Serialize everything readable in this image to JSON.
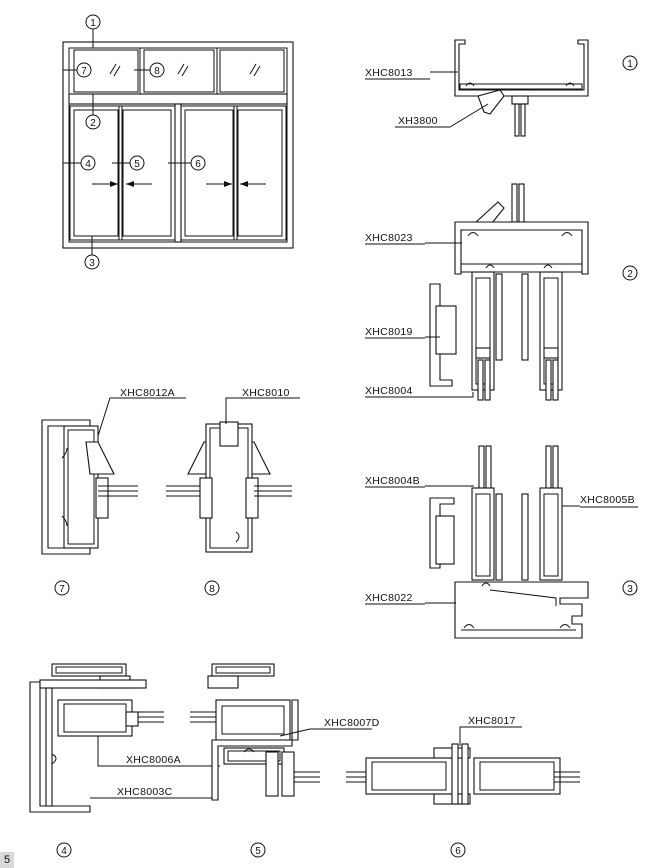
{
  "page_number": "5",
  "elevation": {
    "markers": [
      "1",
      "2",
      "3",
      "4",
      "5",
      "6",
      "7",
      "8"
    ]
  },
  "section_numbers": {
    "s1": "1",
    "s2": "2",
    "s3": "3",
    "s4": "4",
    "s5": "5",
    "s6": "6",
    "s7": "7",
    "s8": "8"
  },
  "profiles": {
    "p8013": "XHC8013",
    "p3800": "XH3800",
    "p8023": "XHC8023",
    "p8019": "XHC8019",
    "p8004": "XHC8004",
    "p8012a": "XHC8012A",
    "p8010": "XHC8010",
    "p8004b": "XHC8004B",
    "p8005b": "XHC8005B",
    "p8022": "XHC8022",
    "p8007d": "XHC8007D",
    "p8017": "XHC8017",
    "p8006a": "XHC8006A",
    "p8003c": "XHC8003C"
  }
}
